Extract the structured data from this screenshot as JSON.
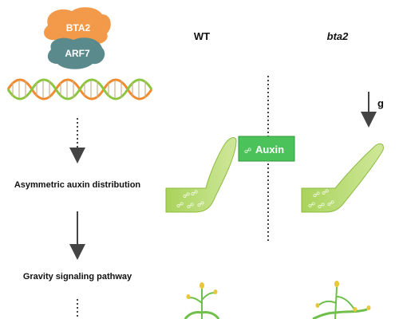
{
  "proteins": {
    "top": "BTA2",
    "bottom": "ARF7"
  },
  "columns": {
    "wt": "WT",
    "mutant": "bta2"
  },
  "gravity_label": "g",
  "legend": {
    "label": "Auxin"
  },
  "steps": {
    "step1": "Asymmetric auxin distribution",
    "step2": "Gravity signaling pathway"
  },
  "colors": {
    "bta2_blob": "#f39a4a",
    "arf7_blob": "#5b8a8c",
    "dna_orange": "#f28a2e",
    "dna_green": "#8cc63f",
    "root_fill": "#a8d25a",
    "legend_fill": "#4cc35a"
  },
  "icons": {
    "auxin": "auxin-molecule-icon",
    "plant": "plant-seedling-icon"
  }
}
